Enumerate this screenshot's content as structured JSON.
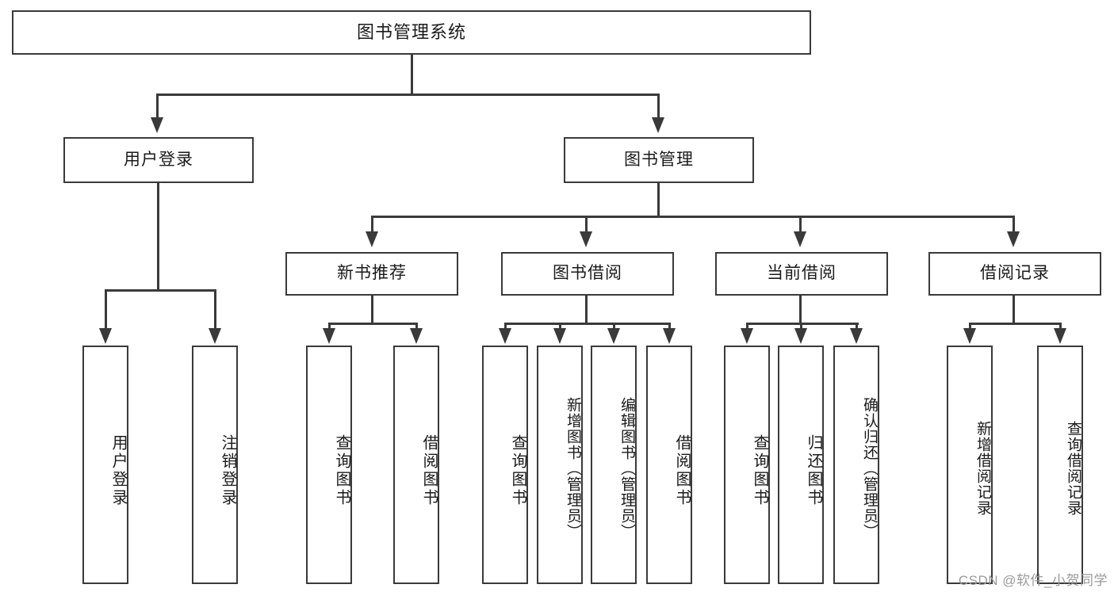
{
  "diagram": {
    "type": "tree-hierarchy",
    "title": "图书管理系统",
    "orientation": "top-down",
    "colors": {
      "stroke": "#3a3a3a",
      "fill": "#ffffff",
      "text": "#1a1a1a",
      "watermark": "#9a9a9a"
    },
    "levels": 4,
    "root": {
      "label": "图书管理系统"
    },
    "level2": [
      {
        "label": "用户登录"
      },
      {
        "label": "图书管理"
      }
    ],
    "level3": [
      {
        "label": "新书推荐"
      },
      {
        "label": "图书借阅"
      },
      {
        "label": "当前借阅"
      },
      {
        "label": "借阅记录"
      }
    ],
    "leaves": {
      "user_login": [
        {
          "label": "用户登录"
        },
        {
          "label": "注销登录"
        }
      ],
      "new_book_recommend": [
        {
          "label": "查询图书"
        },
        {
          "label": "借阅图书"
        }
      ],
      "book_borrow": [
        {
          "label": "查询图书"
        },
        {
          "label": "新增图书（管理员）"
        },
        {
          "label": "编辑图书（管理员）"
        },
        {
          "label": "借阅图书"
        }
      ],
      "current_borrow": [
        {
          "label": "查询图书"
        },
        {
          "label": "归还图书"
        },
        {
          "label": "确认归还（管理员）"
        }
      ],
      "borrow_record": [
        {
          "label": "新增借阅记录"
        },
        {
          "label": "查询借阅记录"
        }
      ]
    }
  },
  "watermark": {
    "text": "CSDN @软件_小贺同学"
  }
}
